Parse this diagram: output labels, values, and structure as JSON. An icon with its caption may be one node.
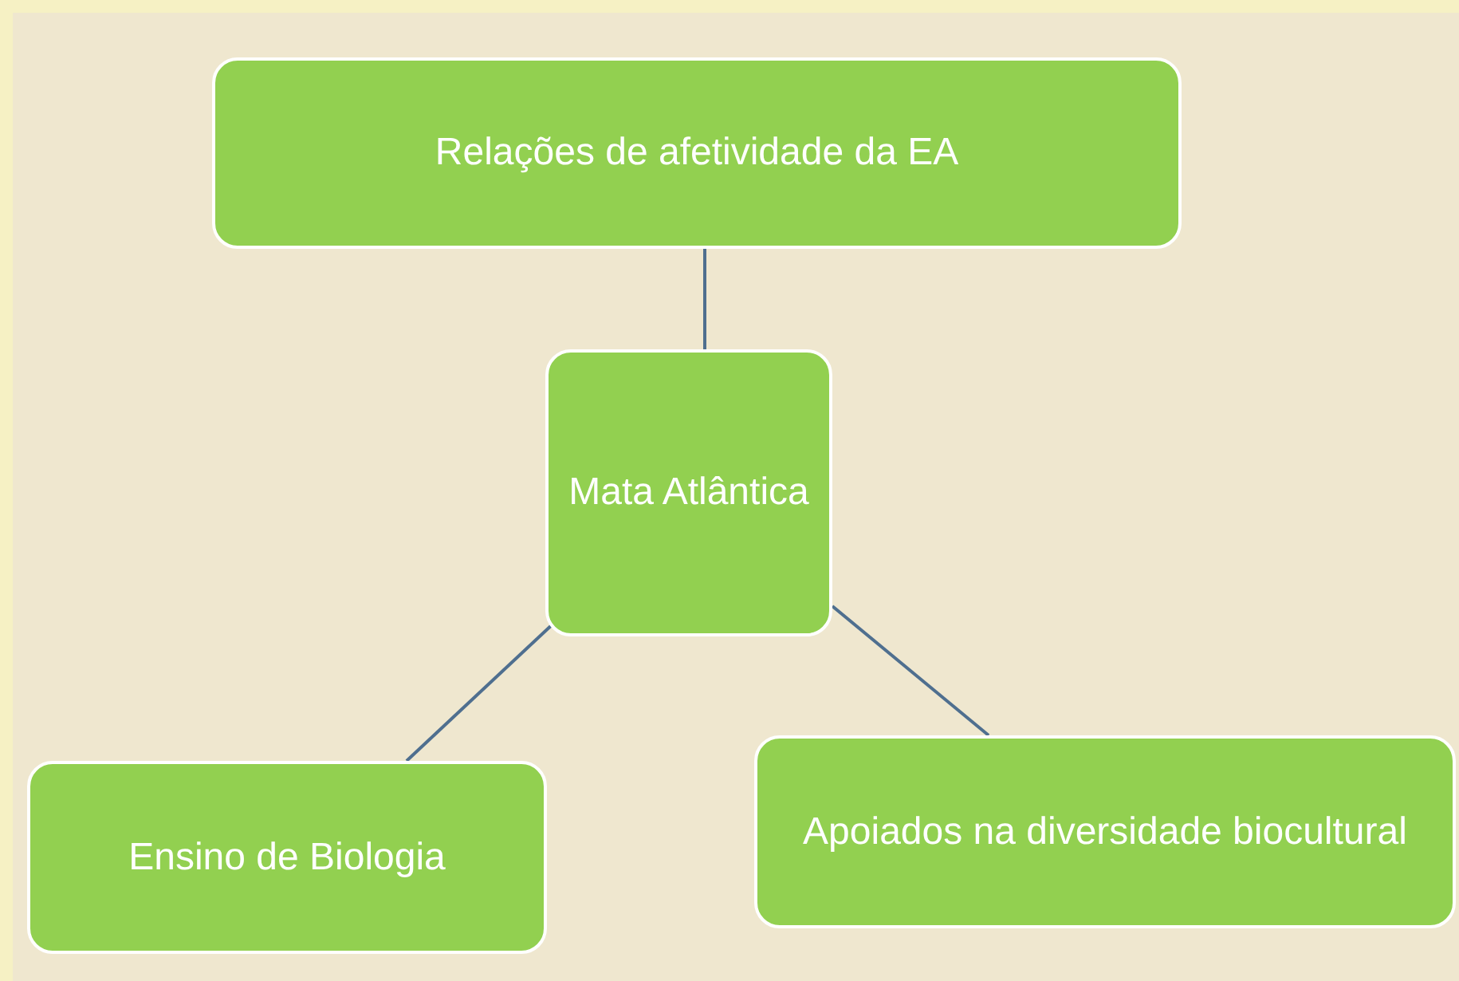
{
  "diagram": {
    "nodes": [
      {
        "text": [
          "Relações de afetividade da EA"
        ]
      },
      {
        "text": [
          "Mata Atlântica"
        ]
      },
      {
        "text": [
          "Ensino de Biologia"
        ]
      },
      {
        "text": [
          "Apoiados na diversidade biocultural"
        ]
      }
    ],
    "edges": [
      {
        "from": 0,
        "to": 1,
        "arrow": "none"
      },
      {
        "from": 1,
        "to": 2,
        "arrow": "none"
      },
      {
        "from": 1,
        "to": 3,
        "arrow": "none"
      }
    ]
  }
}
